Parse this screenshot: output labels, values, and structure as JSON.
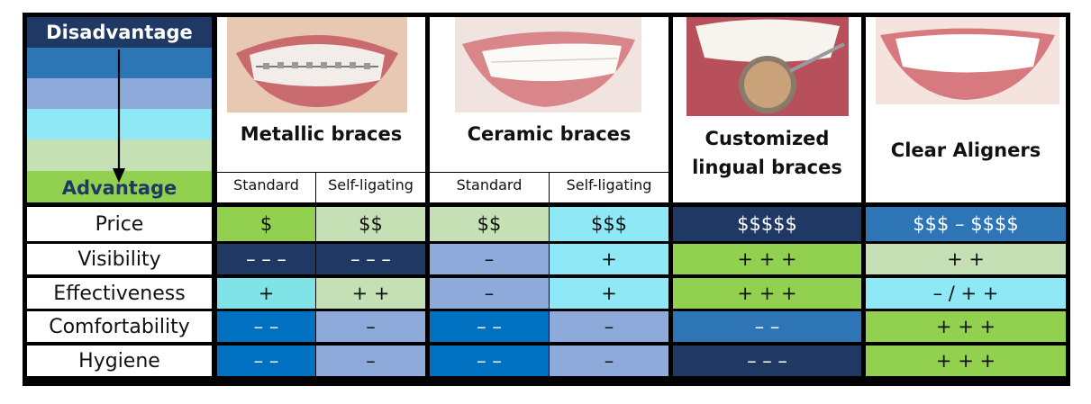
{
  "legend": {
    "top_label": "Disadvantage",
    "bottom_label": "Advantage",
    "colors": [
      "#1f3864",
      "#2e75b6",
      "#8eaadb",
      "#8ee8f5",
      "#c5e0b4",
      "#92d050"
    ]
  },
  "columns": [
    {
      "title": "Metallic braces",
      "image": "smile-with-metallic-braces",
      "subcolumns": [
        "Standard",
        "Self-ligating"
      ]
    },
    {
      "title": "Ceramic braces",
      "image": "smile-with-ceramic-braces",
      "subcolumns": [
        "Standard",
        "Self-ligating"
      ]
    },
    {
      "title": "Customized lingual braces",
      "title_lines": [
        "Customized",
        "lingual braces"
      ],
      "image": "lingual-braces-in-mirror"
    },
    {
      "title": "Clear Aligners",
      "image": "smile-with-clear-aligners"
    }
  ],
  "rows": [
    {
      "label": "Price",
      "values": [
        "$",
        "$$",
        "$$",
        "$$$",
        "$$$$$",
        "$$$ – $$$$"
      ],
      "colors": [
        "#92d050",
        "#c5e0b4",
        "#c5e0b4",
        "#8ee8f5",
        "#1f3864",
        "#2e75b6"
      ]
    },
    {
      "label": "Visibility",
      "values": [
        "– – –",
        "– – –",
        "–",
        "+",
        "+ + +",
        "+ +"
      ],
      "colors": [
        "#1f3864",
        "#1f3864",
        "#8eaadb",
        "#8ee8f5",
        "#92d050",
        "#c5e0b4"
      ]
    },
    {
      "label": "Effectiveness",
      "values": [
        "+",
        "+ +",
        "–",
        "+",
        "+ + +",
        "– / + +"
      ],
      "colors": [
        "#7fe3e8",
        "#c5e0b4",
        "#8eaadb",
        "#8ee8f5",
        "#92d050",
        "#8ee8f5"
      ]
    },
    {
      "label": "Comfortability",
      "values": [
        "– –",
        "–",
        "– –",
        "–",
        "– –",
        "+ + +"
      ],
      "colors": [
        "#0070c0",
        "#8eaadb",
        "#0070c0",
        "#8eaadb",
        "#2e75b6",
        "#92d050"
      ]
    },
    {
      "label": "Hygiene",
      "values": [
        "– –",
        "–",
        "– –",
        "–",
        "– – –",
        "+ + +"
      ],
      "colors": [
        "#0070c0",
        "#8eaadb",
        "#0070c0",
        "#8eaadb",
        "#1f3864",
        "#92d050"
      ]
    }
  ]
}
